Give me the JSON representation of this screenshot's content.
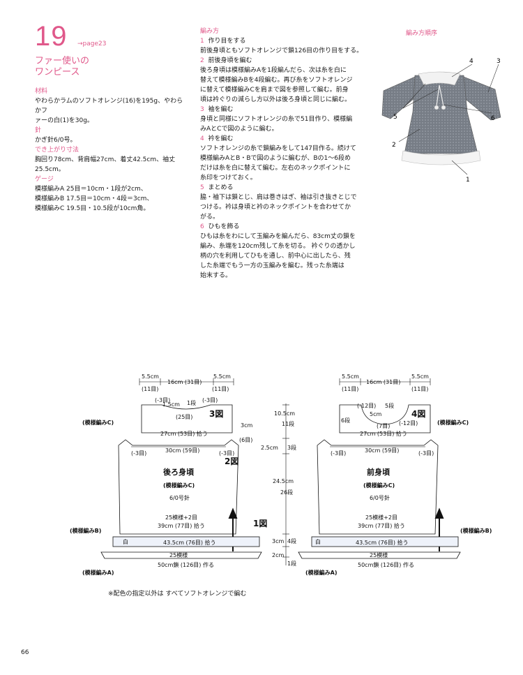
{
  "header": {
    "number": "19",
    "page_ref": "→page23",
    "title_line1": "ファー使いの",
    "title_line2": "ワンピース"
  },
  "materials": {
    "label": "材料",
    "line1": "やわらかラムのソフトオレンジ(16)を195g、やわらかフ",
    "line2": "ァーの白(1)を30g。"
  },
  "needle": {
    "label": "針",
    "text": "かぎ針6/0号。"
  },
  "size": {
    "label": "でき上がり寸法",
    "line1": "胸回り78cm、背肩幅27cm、着丈42.5cm、袖丈",
    "line2": "25.5cm。"
  },
  "gauge": {
    "label": "ゲージ",
    "line1": "模様編みA 25目＝10cm・1段が2cm、",
    "line2": "模様編みB 17.5目＝10cm・4段＝3cm、",
    "line3": "模様編みC 19.5目・10.5段が10cm角。"
  },
  "howto": {
    "label": "編み方",
    "steps": [
      {
        "num": "1",
        "title": "作り目をする",
        "lines": [
          "前後身頃ともソフトオレンジで鎖126目の作り目をする。"
        ]
      },
      {
        "num": "2",
        "title": "前後身頃を編む",
        "lines": [
          "後ろ身頃は模様編みAを1段編んだら、次は糸を白に",
          "替えて模様編みBを4段編む。再び糸をソフトオレンジ",
          "に替えて模様編みCを肩まで図を参照して編む。前身",
          "頃は衿ぐりの減らし方以外は後ろ身頃と同じに編む。"
        ]
      },
      {
        "num": "3",
        "title": "袖を編む",
        "lines": [
          "身頃と同様にソフトオレンジの糸で51目作り、模様編",
          "みAとCで図のように編む。"
        ]
      },
      {
        "num": "4",
        "title": "衿を編む",
        "lines": [
          "ソフトオレンジの糸で鎖編みをして147目作る。続けて",
          "模様編みAとB・Bで図のように編むが、Bの1〜6段め",
          "だけは糸を白に替えて編む。左右のネックポイントに",
          "糸印をつけておく。"
        ]
      },
      {
        "num": "5",
        "title": "まとめる",
        "lines": [
          "脇・袖下は鎖とじ、肩は巻きはぎ、袖は引き抜きとじで",
          "つける。衿は身頃と衿のネックポイントを合わせてか",
          "がる。"
        ]
      },
      {
        "num": "6",
        "title": "ひもを飾る",
        "lines": [
          "ひもは糸をわにして玉編みを編んだら、83cm丈の鎖を",
          "編み、糸端を120cm残して糸を切る。 衿ぐりの透かし",
          "柄の穴を利用してひもを通し、前中心に出したら、残",
          "した糸端でもう一方の玉編みを編む。残った糸端は",
          "始末する。"
        ]
      }
    ]
  },
  "order": {
    "label": "編み方順序",
    "n1": "1",
    "n2": "2",
    "n3": "3",
    "n4": "4",
    "n5": "5",
    "n6": "6"
  },
  "back": {
    "top_left": "5.5cm",
    "top_left_s": "(11目)",
    "top_mid": "16cm (31目)",
    "top_right": "5.5cm",
    "top_right_s": "(11目)",
    "m3a": "(-3目)",
    "m3b": "(-3目)",
    "neck": "1.5cm",
    "neck_rows": "1段",
    "neck_sts": "(25目)",
    "fig3": "3図",
    "labelC": "(模様編みC)",
    "shoulder": "27cm (53目) 拾う",
    "s3cm": "3cm",
    "s6": "(6目)",
    "m3c": "(-3目)",
    "m3d": "(-3目)",
    "width30": "30cm (59目)",
    "fig2": "2図",
    "name": "後ろ身頃",
    "pattern": "(模様編みC)",
    "hook": "6/0号針",
    "rep": "25模様+2目",
    "pick": "39cm (77目) 拾う",
    "fig1": "1図",
    "labelB": "(模様編みB)",
    "white": "白",
    "bandB": "43.5cm (76目) 拾う",
    "rep25": "25模様",
    "chain": "50cm鎖 (126目) 作る",
    "labelA": "(模様編みA)"
  },
  "front": {
    "top_left": "5.5cm",
    "top_left_s": "(11目)",
    "top_mid": "16cm (31目)",
    "top_right": "5.5cm",
    "top_right_s": "(11目)",
    "m12a": "(-12目)",
    "rows5": "5段",
    "neck5": "5cm",
    "s7": "(7目)",
    "rows6": "6段",
    "m12b": "(-12目)",
    "fig4": "4図",
    "labelC": "(模様編みC)",
    "shoulder": "27cm (53目) 拾う",
    "m3c": "(-3目)",
    "m3d": "(-3目)",
    "width30": "30cm (59目)",
    "name": "前身頃",
    "pattern": "(模様編みC)",
    "hook": "6/0号針",
    "rep": "25模様+2目",
    "pick": "39cm (77目) 拾う",
    "labelB": "(模様編みB)",
    "white": "白",
    "bandB": "43.5cm (76目) 拾う",
    "rep25": "25模様",
    "chain": "50cm鎖 (126目) 作る",
    "labelA": "(模様編みA)"
  },
  "center": {
    "h105": "10.5cm",
    "r11": "11段",
    "h25": "2.5cm",
    "r3": "3段",
    "h245": "24.5cm",
    "r26": "26段",
    "h3": "3cm",
    "r4": "4段",
    "h2": "2cm",
    "r1": "1段"
  },
  "footer": {
    "note": "※配色の指定以外は すべてソフトオレンジで編む",
    "page": "66"
  }
}
